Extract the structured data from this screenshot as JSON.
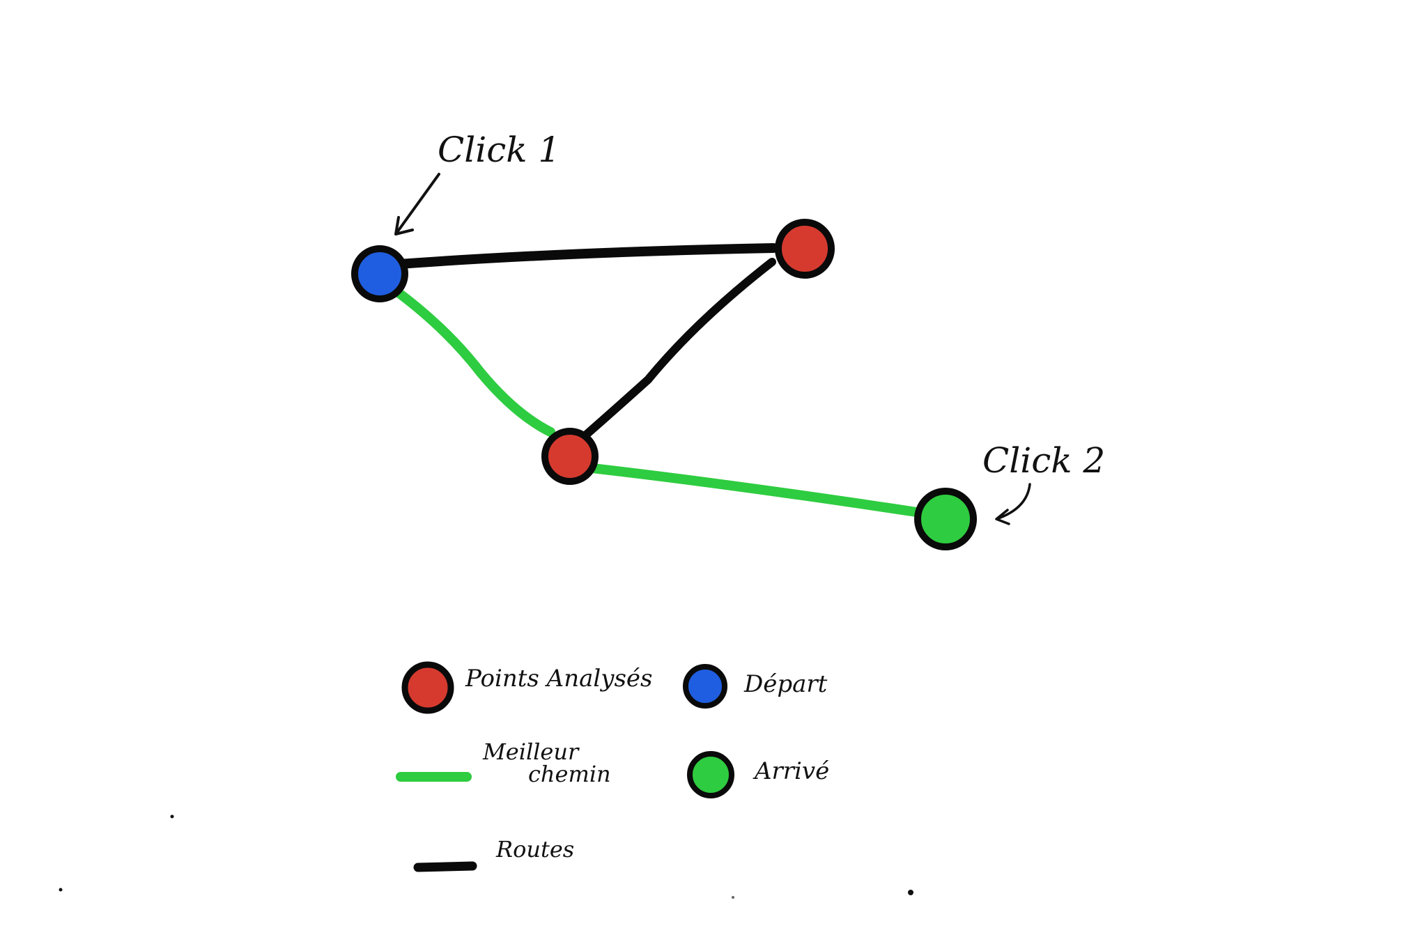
{
  "annotations": {
    "click1": "Click 1",
    "click2": "Click 2"
  },
  "legend": {
    "analyzed_points": "Points Analysés",
    "start": "Départ",
    "best_path_line1": "Meilleur",
    "best_path_line2": "chemin",
    "arrival": "Arrivé",
    "roads": "Routes"
  },
  "colors": {
    "analyzed": "#d63a2f",
    "start": "#1f5ee0",
    "arrival": "#2ecc40",
    "best_path": "#2ecc40",
    "road": "#0a0a0a",
    "outline": "#0a0a0a"
  }
}
